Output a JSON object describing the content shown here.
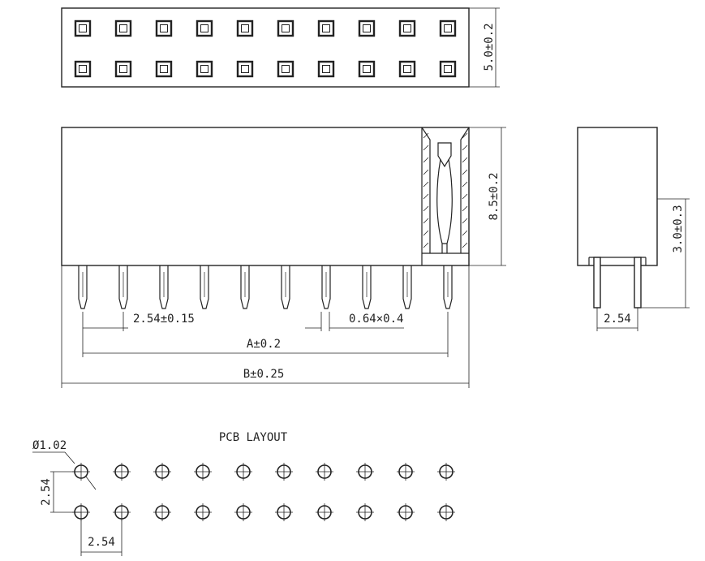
{
  "top_view": {
    "columns": 10,
    "rows": 2,
    "height_dim": "5.0±0.2"
  },
  "front_view": {
    "pin_count": 10,
    "height_dim": "8.5±0.2",
    "pitch_dim": "2.54±0.15",
    "pin_dim": "0.64×0.4",
    "a_dim": "A±0.2",
    "b_dim": "B±0.25"
  },
  "side_view": {
    "pin_length_dim": "3.0±0.3",
    "row_pitch_dim": "2.54"
  },
  "pcb_layout": {
    "title": "PCB LAYOUT",
    "hole_dim": "Ø1.02",
    "row_pitch_dim": "2.54",
    "col_pitch_dim": "2.54",
    "columns": 10,
    "rows": 2
  }
}
